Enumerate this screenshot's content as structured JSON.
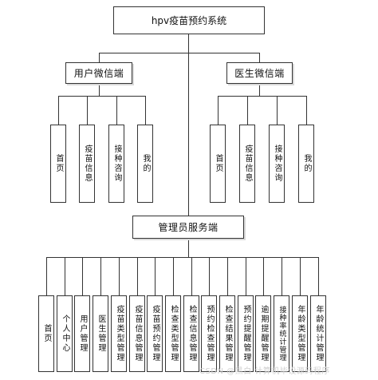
{
  "root": "hpv疫苗预约系统",
  "user_end": {
    "title": "用户微信端",
    "modules": [
      "首页",
      "疫苗信息",
      "接种咨询",
      "我的"
    ]
  },
  "doctor_end": {
    "title": "医生微信端",
    "modules": [
      "首页",
      "疫苗信息",
      "接种咨询",
      "我的"
    ]
  },
  "admin_end": {
    "title": "管理员服务端",
    "modules": [
      "首页",
      "个人中心",
      "用户管理",
      "医生管理",
      "疫苗类型管理",
      "疫苗信息管理",
      "疫苗预约管理",
      "检查类型管理",
      "检查信息管理",
      "预约检查管理",
      "检查结果管理",
      "预约提醒管理",
      "逾期提醒管理",
      "接种率统计管理",
      "年龄类型管理",
      "年龄统计管理"
    ]
  },
  "watermark": "CSDN @黑白   计算机毕设源码程序",
  "colors": {
    "line": "#333333",
    "box_border": "#333333",
    "background": "#ffffff"
  }
}
